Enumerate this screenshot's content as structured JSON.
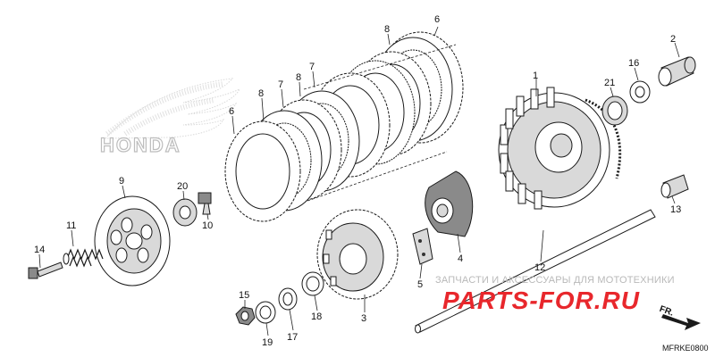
{
  "brand": {
    "name": "HONDA"
  },
  "watermark": {
    "caption": "ЗАПЧАСТИ И АКСЕССУАРЫ ДЛЯ МОТОТЕХНИКИ",
    "site": "PARTS-FOR.RU"
  },
  "direction_label": "FR.",
  "diagram_code": "MFRKE0800",
  "callouts": {
    "p1": "1",
    "p2": "2",
    "p3": "3",
    "p4": "4",
    "p5": "5",
    "p6a": "6",
    "p6b": "6",
    "p7a": "7",
    "p7b": "7",
    "p8a": "8",
    "p8b": "8",
    "p8c": "8",
    "p9": "9",
    "p10": "10",
    "p11": "11",
    "p12": "12",
    "p13": "13",
    "p14": "14",
    "p15": "15",
    "p16": "16",
    "p17": "17",
    "p18": "18",
    "p19": "19",
    "p20": "20",
    "p21": "21"
  },
  "colors": {
    "watermark_red": "#e8272c",
    "line": "#1a1a1a",
    "ghost": "#bdbdbd"
  }
}
